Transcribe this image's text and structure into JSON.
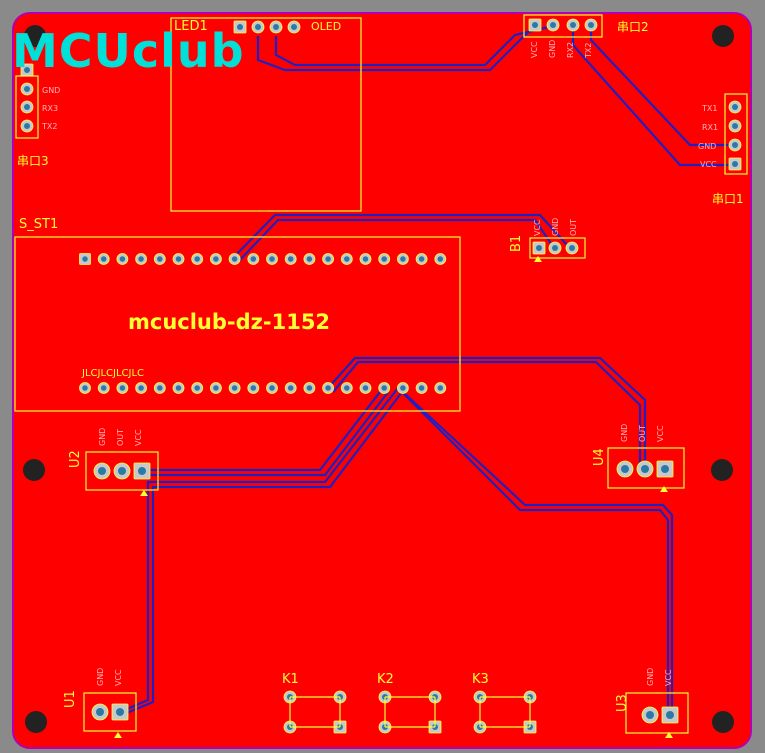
{
  "board": {
    "logo_text": "MCUclub",
    "module_label": "mcuclub-dz-1152",
    "colors": {
      "copper": "#ff0000",
      "silkscreen": "#ffff33",
      "trace": "#2020c0",
      "logo": "#00e0d8",
      "outline": "#b400b4",
      "pad": "#c0c0c0",
      "hole": "#2a7aa8"
    }
  },
  "components": {
    "led1": {
      "ref": "LED1",
      "name": "OLED"
    },
    "uart2": {
      "ref": "串口2",
      "pins": [
        "VCC",
        "GND",
        "RX2",
        "TX2"
      ]
    },
    "uart3": {
      "ref": "串口3",
      "pins": [
        "GND",
        "RX3",
        "TX2"
      ]
    },
    "uart1": {
      "ref": "串口1",
      "pins": [
        "TX1",
        "RX1",
        "GND",
        "VCC"
      ]
    },
    "st1": {
      "ref": "S_ST1",
      "bottom_label": "JLCJLCJLCJLC"
    },
    "b1": {
      "ref": "B1",
      "pins": [
        "VCC",
        "GND",
        "OUT"
      ]
    },
    "u1": {
      "ref": "U1",
      "pins": [
        "GND",
        "VCC"
      ]
    },
    "u2": {
      "ref": "U2",
      "pins": [
        "GND",
        "OUT",
        "VCC"
      ]
    },
    "u3": {
      "ref": "U3",
      "pins": [
        "GND",
        "VCC"
      ]
    },
    "u4": {
      "ref": "U4",
      "pins": [
        "GND",
        "OUT",
        "VCC"
      ]
    },
    "k1": {
      "ref": "K1"
    },
    "k2": {
      "ref": "K2"
    },
    "k3": {
      "ref": "K3"
    }
  }
}
